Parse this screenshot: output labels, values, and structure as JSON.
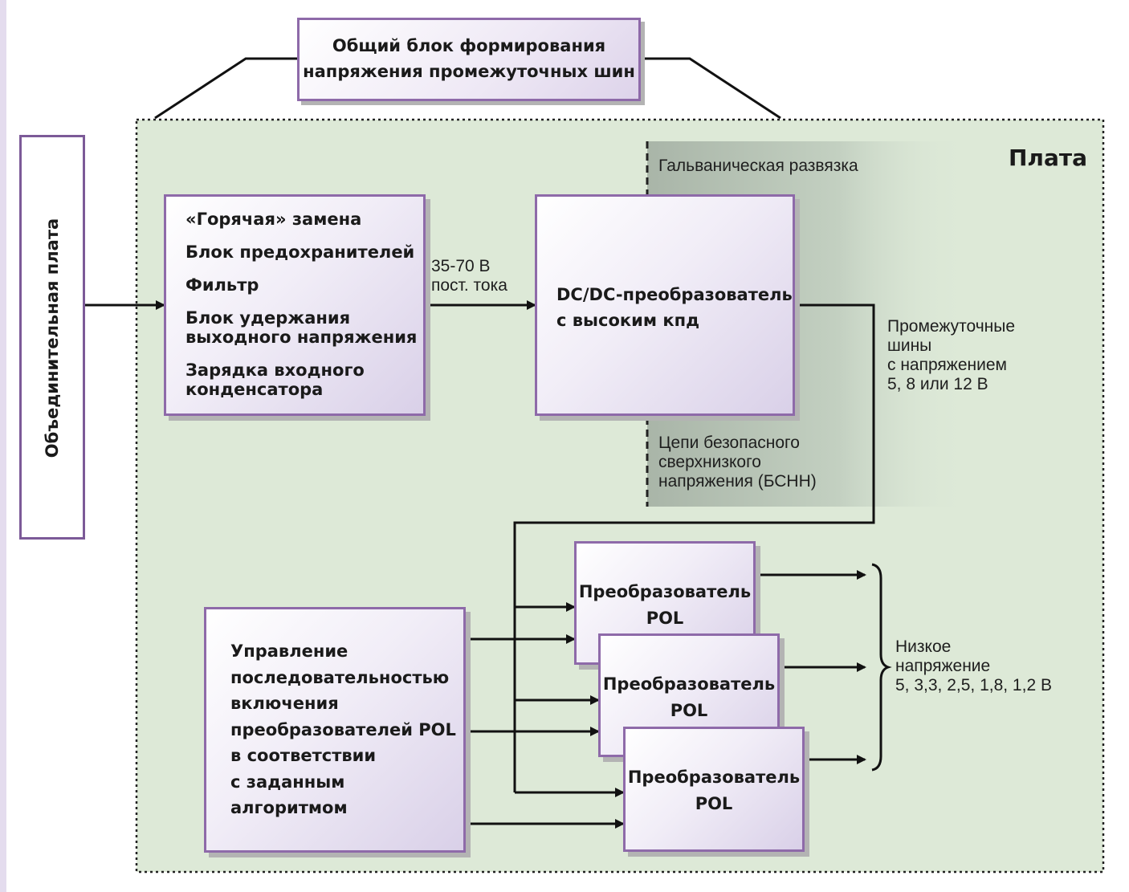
{
  "diagram": {
    "common_block_line1": "Общий блок формирования",
    "common_block_line2": "напряжения промежуточных шин",
    "board_label": "Плата",
    "backplane_label": "Объединительная плата",
    "input_block_items": [
      "«Горячая» замена",
      "Блок предохранителей",
      "Фильтр",
      "Блок удержания",
      "выходного напряжения",
      "Зарядка входного",
      "конденсатора"
    ],
    "input_voltage_line1": "35-70 В",
    "input_voltage_line2": "пост. тока",
    "dcdc_line1": "DC/DC-преобразователь",
    "dcdc_line2": "с высоким кпд",
    "isolation_label": "Гальваническая развязка",
    "selv_lines": [
      "Цепи безопасного",
      "сверхнизкого",
      "напряжения (БСНН)"
    ],
    "bus_lines": [
      "Промежуточные",
      "шины",
      "с напряжением",
      "5, 8 или 12 В"
    ],
    "sequencer_lines": [
      "Управление",
      "последовательностью",
      "включения",
      "преобразователей POL",
      "в соответствии",
      "с заданным",
      "алгоритмом"
    ],
    "pol_converters": [
      {
        "line1": "Преобразователь",
        "line2": "POL"
      },
      {
        "line1": "Преобразователь",
        "line2": "POL"
      },
      {
        "line1": "Преобразователь",
        "line2": "POL"
      }
    ],
    "low_voltage_lines": [
      "Низкое",
      "напряжение",
      "5, 3,3, 2,5, 1,8, 1,2 В"
    ]
  }
}
